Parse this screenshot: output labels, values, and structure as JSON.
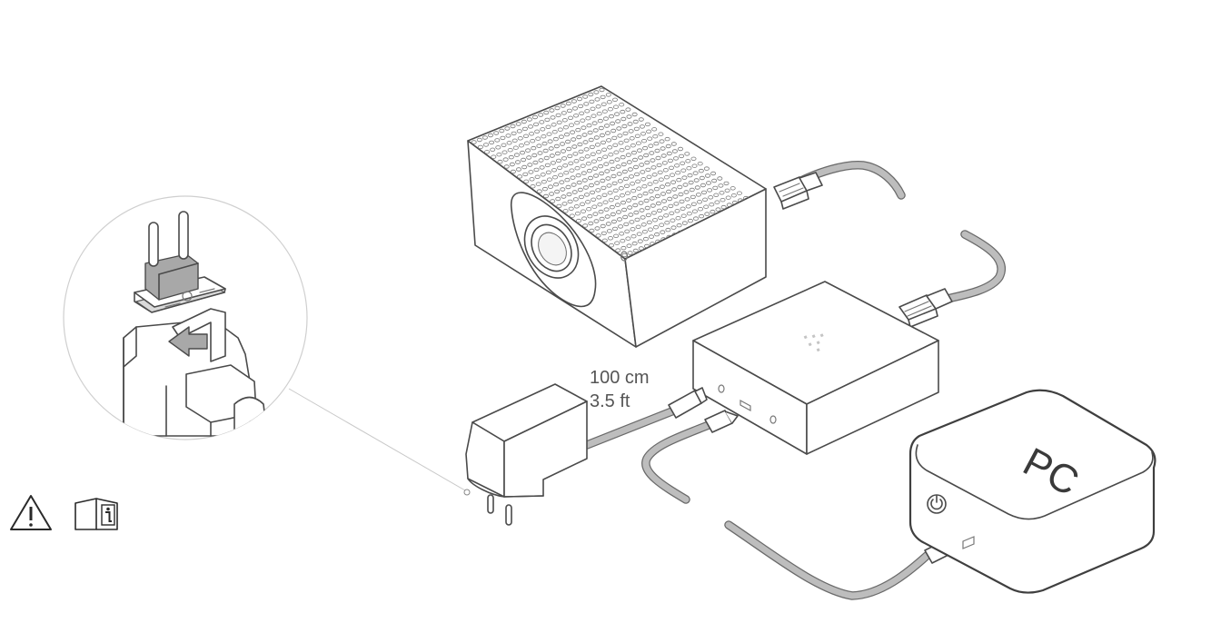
{
  "cable_length": {
    "metric": "100 cm",
    "imperial": "3.5 ft"
  },
  "pc_label": "PC",
  "icons": {
    "warning": "warning-triangle-icon",
    "manual": "manual-info-icon"
  },
  "components": [
    "speaker-device",
    "network-hub",
    "power-adapter",
    "pc",
    "eu-plug-adapter"
  ]
}
